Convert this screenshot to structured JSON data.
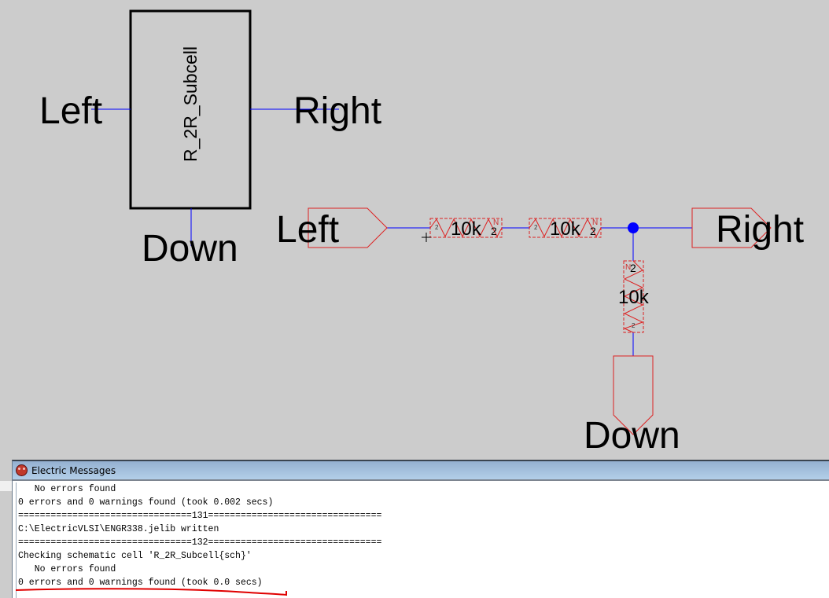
{
  "schematic": {
    "icon_cell": {
      "name": "R_2R_Subcell",
      "ports": {
        "left": "Left",
        "right": "Right",
        "down": "Down"
      }
    },
    "pins": {
      "left": "Left",
      "right": "Right",
      "down": "Down"
    },
    "resistors": [
      {
        "value": "10k",
        "pin_a": "2",
        "pin_b": "2",
        "marker": "N"
      },
      {
        "value": "10k",
        "pin_a": "2",
        "pin_b": "2",
        "marker": "N"
      },
      {
        "value": "10k",
        "pin_a": "2",
        "pin_b": "2",
        "marker": "N"
      }
    ],
    "colors": {
      "wire": "#0000ff",
      "pin_outline": "#dd2222",
      "node_dot": "#0000ff",
      "background": "#cccccc"
    }
  },
  "messages_window": {
    "title": "Electric Messages",
    "icon": "electric-app-icon",
    "lines": [
      "   No errors found",
      "0 errors and 0 warnings found (took 0.002 secs)",
      "================================131================================",
      "C:\\ElectricVLSI\\ENGR338.jelib written",
      "================================132================================",
      "Checking schematic cell 'R_2R_Subcell{sch}'",
      "   No errors found",
      "0 errors and 0 warnings found (took 0.0 secs)"
    ],
    "annotation_color": "#e00000"
  }
}
